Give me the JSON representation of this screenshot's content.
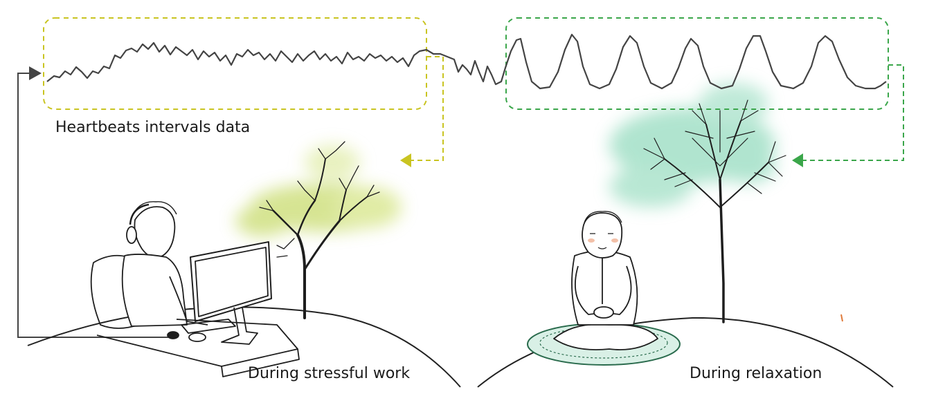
{
  "labels": {
    "heartbeat_data": "Heartbeats intervals data",
    "stress_scene": "During stressful work",
    "relax_scene": "During relaxation"
  },
  "colors": {
    "stress_accent": "#c9c421",
    "relax_accent": "#3aa64a",
    "stress_foliage": "#b5cf3a",
    "relax_foliage": "#6fcfa8",
    "ink": "#222222",
    "signal": "#444444"
  },
  "icons": [
    "person-at-computer-illustration",
    "meditating-person-illustration",
    "stress-tree-illustration",
    "relax-tree-illustration",
    "meditation-mat-illustration"
  ]
}
